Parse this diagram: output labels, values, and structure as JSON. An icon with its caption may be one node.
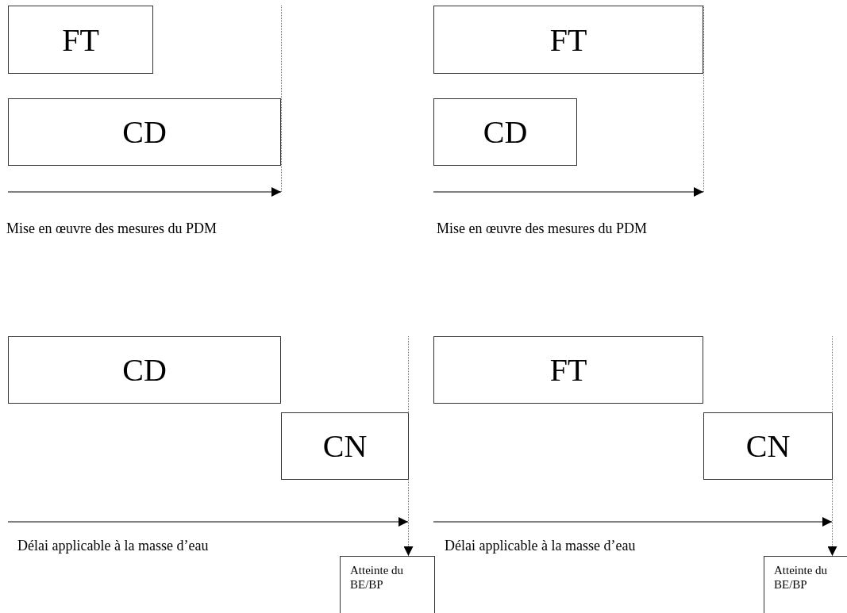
{
  "diagram": {
    "nodes": [
      {
        "text": [
          "FT"
        ]
      },
      {
        "text": [
          "FT"
        ]
      },
      {
        "text": [
          "CD"
        ]
      },
      {
        "text": [
          "CD"
        ]
      },
      {
        "text": [
          "CD"
        ]
      },
      {
        "text": [
          "FT"
        ]
      },
      {
        "text": [
          "CN"
        ]
      },
      {
        "text": [
          "CN"
        ]
      },
      {
        "text": [
          "Atteinte du BE/BP"
        ]
      },
      {
        "text": [
          "Atteinte du BE/BP"
        ]
      }
    ],
    "edges": [
      {
        "from": null,
        "to": 8,
        "arrow": "to",
        "style": "dashed"
      },
      {
        "from": null,
        "to": 9,
        "arrow": "to",
        "style": "dashed"
      }
    ],
    "labels": [
      "Mise en œuvre des mesures du PDM",
      "Mise en œuvre des mesures du PDM",
      "Délai applicable à la masse d’eau",
      "Délai applicable à la masse d’eau"
    ]
  }
}
